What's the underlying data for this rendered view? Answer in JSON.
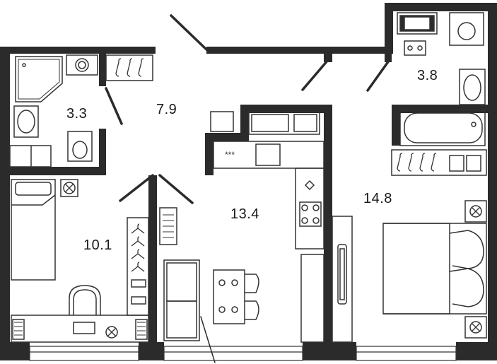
{
  "floorplan": {
    "rooms": [
      {
        "id": "bathroom-left",
        "area": "3.3"
      },
      {
        "id": "hallway",
        "area": "7.9"
      },
      {
        "id": "bathroom-right",
        "area": "3.8"
      },
      {
        "id": "bedroom-small",
        "area": "10.1"
      },
      {
        "id": "kitchen-living",
        "area": "13.4"
      },
      {
        "id": "bedroom-master",
        "area": "14.8"
      }
    ],
    "colors": {
      "wall": "#2b2b2b",
      "line": "#333333",
      "window": "#ffffff",
      "background": "#ffffff"
    }
  }
}
